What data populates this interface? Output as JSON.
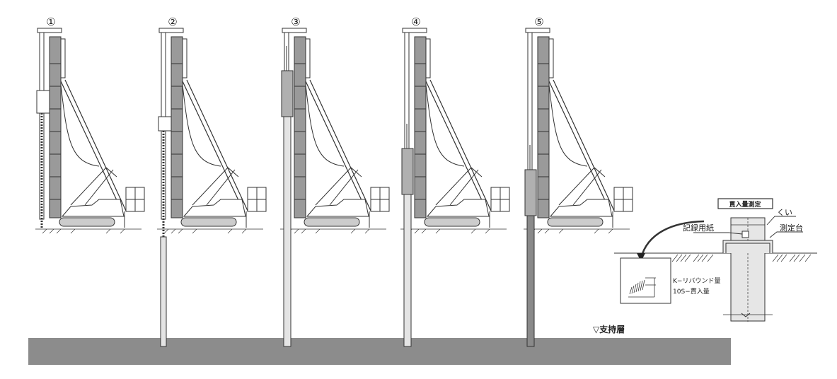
{
  "steps": [
    {
      "number": "①",
      "stage": "auger-start"
    },
    {
      "number": "②",
      "stage": "auger-bottom"
    },
    {
      "number": "③",
      "stage": "pile-insert"
    },
    {
      "number": "④",
      "stage": "pile-drive"
    },
    {
      "number": "⑤",
      "stage": "pile-final"
    }
  ],
  "bearing_layer_label": "▽支持層",
  "detail": {
    "title": "貫入量測定",
    "pile_label": "くい",
    "stand_label": "測定台",
    "paper_label": "記録用紙",
    "rebound_label": "K−リバウンド量",
    "penetration_label": "10S−貫入量"
  },
  "colors": {
    "ground": "#8c8c8c",
    "mast": "#9a9a9a",
    "pile": "#e4e4e4",
    "line": "#333333"
  }
}
